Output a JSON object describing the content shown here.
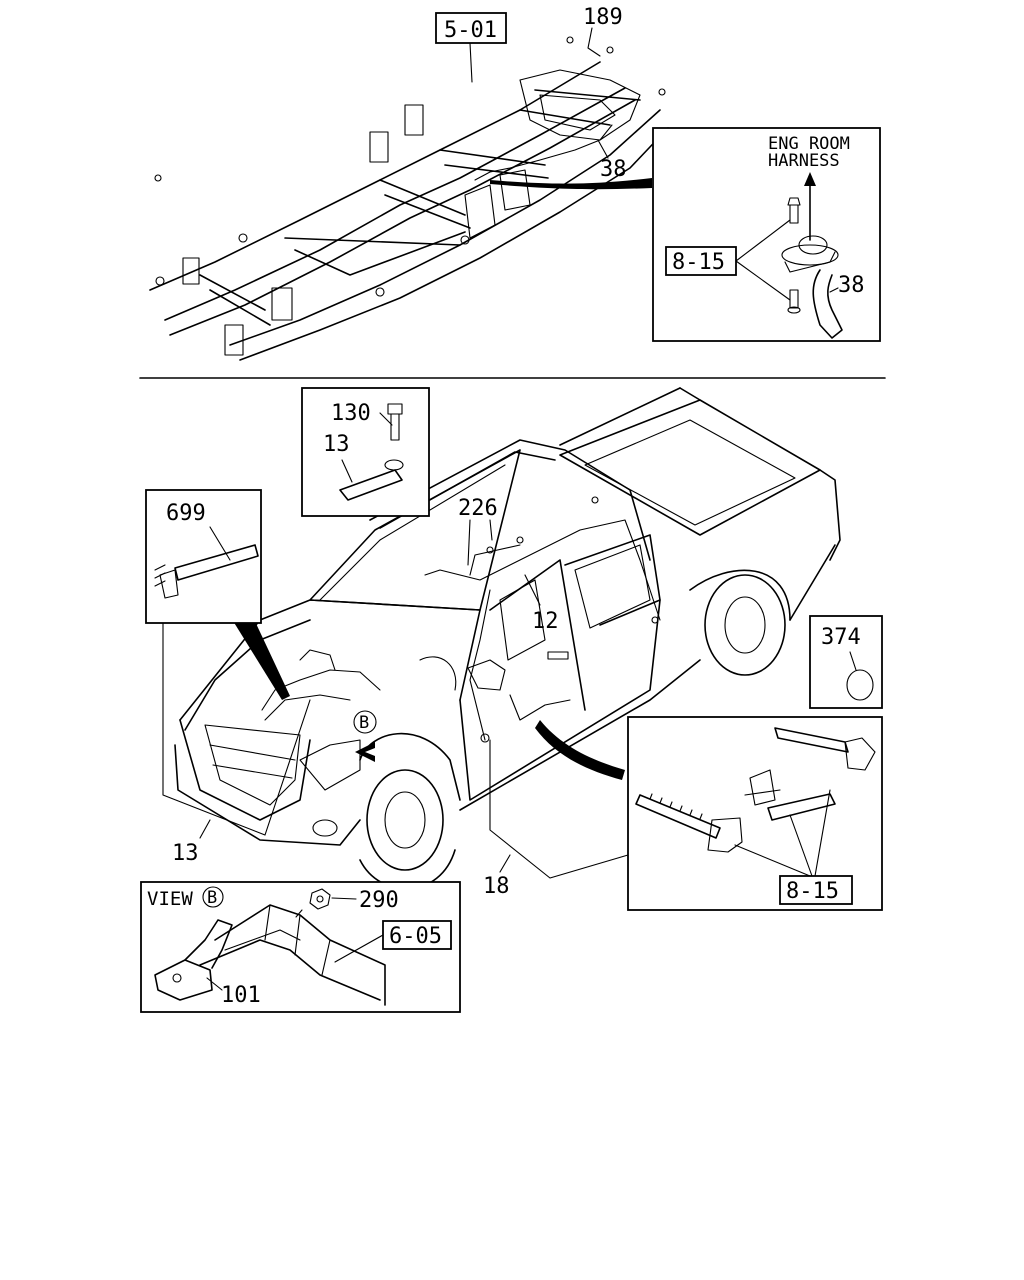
{
  "callouts": {
    "c501": "5-01",
    "c189": "189",
    "c38_top": "38",
    "eng_room_1": "ENG ROOM",
    "eng_room_2": "HARNESS",
    "c815_top": "8-15",
    "c38_detail": "38",
    "c130": "130",
    "c13_detail": "13",
    "c699": "699",
    "c226": "226",
    "c12": "12",
    "c374": "374",
    "c13_bottom": "13",
    "c18": "18",
    "c815_bottom": "8-15",
    "view_b": "VIEW",
    "view_b_letter": "B",
    "marker_b": "B",
    "c290": "290",
    "c605": "6-05",
    "c101": "101"
  }
}
